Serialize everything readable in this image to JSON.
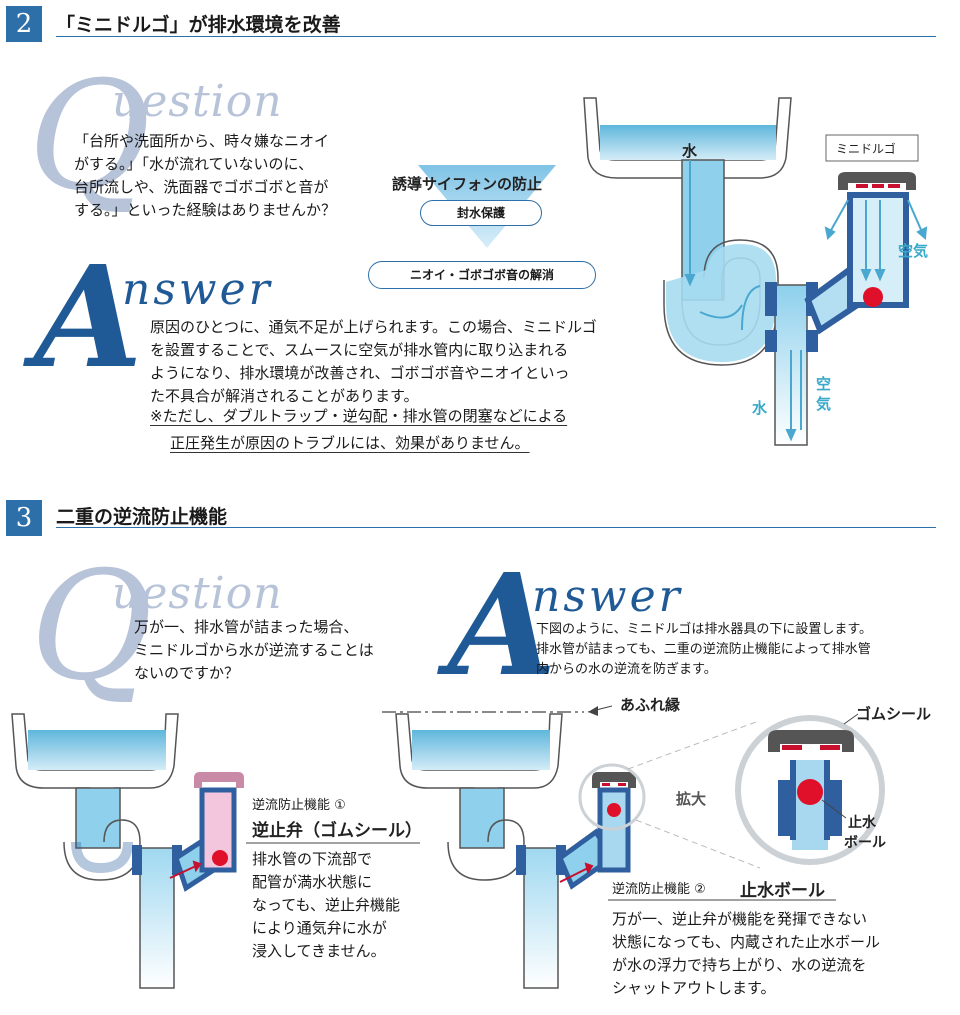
{
  "section2": {
    "number": "2",
    "title": "「ミニドルゴ」が排水環境を改善",
    "question_word": "uestion",
    "question_letter": "Q",
    "question_lines": [
      "「台所や洗面所から、時々嫌なニオイ",
      "がする。」「水が流れていないのに、",
      "台所流しや、洗面器でゴボゴボと音が",
      "する。」といった経験はありませんか？"
    ],
    "flow": {
      "title": "誘導サイフォンの防止",
      "step1": "封水保護",
      "step2": "ニオイ・ゴボゴボ音の解消"
    },
    "answer_letter": "A",
    "answer_word": "nswer",
    "answer_lines": [
      "原因のひとつに、通気不足が上げられます。この場合、ミニドルゴ",
      "を設置することで、スムースに空気が排水管内に取り込まれる",
      "ようになり、排水環境が改善され、ゴボゴボ音やニオイといっ",
      "た不具合が解消されることがあります。"
    ],
    "note_lines": [
      "※ただし、ダブルトラップ・逆勾配・排水管の閉塞などによる",
      "正圧発生が原因のトラブルには、効果がありません。"
    ],
    "diagram": {
      "label_water_top": "水",
      "label_product": "ミニドルゴ",
      "label_air_right": "空気",
      "label_water_bottom": "水",
      "label_air_bottom": "空気"
    }
  },
  "section3": {
    "number": "3",
    "title": "二重の逆流防止機能",
    "question_letter": "Q",
    "question_word": "uestion",
    "question_lines": [
      "万が一、排水管が詰まった場合、",
      "ミニドルゴから水が逆流することは",
      "ないのですか？"
    ],
    "answer_letter": "A",
    "answer_word": "nswer",
    "answer_lines": [
      "下図のように、ミニドルゴは排水器具の下に設置します。",
      "排水管が詰まっても、二重の逆流防止機能によって排水管",
      "内からの水の逆流を防ぎます。"
    ],
    "func1_caption": "逆流防止機能 ①",
    "func1_title": "逆止弁（ゴムシール）",
    "func1_lines": [
      "排水管の下流部で",
      "配管が満水状態に",
      "なっても、逆止弁機能",
      "により通気弁に水が",
      "浸入してきません。"
    ],
    "label_overflow": "あふれ縁",
    "label_rubber": "ゴムシール",
    "label_zoom": "拡大",
    "label_ball_1": "止水",
    "label_ball_2": "ボール",
    "func2_caption": "逆流防止機能 ②",
    "func2_title": "止水ボール",
    "func2_lines": [
      "万が一、逆止弁が機能を発揮できない",
      "状態になっても、内蔵された止水ボール",
      "が水の浮力で持ち上がり、水の逆流を",
      "シャットアウトします。"
    ]
  },
  "colors": {
    "accent": "#2d6fa8",
    "answer_blue": "#1f5a96",
    "question_grey": "#b7c3d8",
    "water": "#7ec8e3",
    "air_label": "#3aa9c9",
    "seal_red": "#c8102e",
    "ball_red": "#e0102a"
  }
}
